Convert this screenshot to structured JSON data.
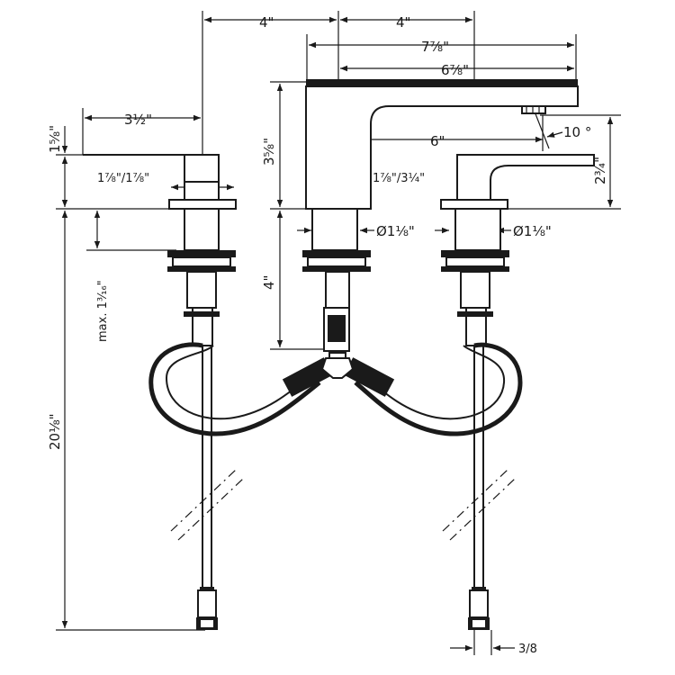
{
  "dimensions": {
    "spread_left": "4\"",
    "spread_right": "4\"",
    "spout_overall": "7⅞\"",
    "spout_reach_base": "6⅞\"",
    "handle_length": "3½\"",
    "handle_height": "1⅝\"",
    "spout_height": "3⅝\"",
    "spout_reach": "6\"",
    "spout_angle": "10 °",
    "handle_right_height": "2¾\"",
    "handle_base": "1⅞\"/1⅞\"",
    "spout_base": "1⅞\"/3¼\"",
    "bore_center": "Ø1⅛\"",
    "bore_right": "Ø1⅛\"",
    "shank_length": "4\"",
    "deck_max": "max. 1³⁄₁₆\"",
    "overall_height": "20⅛\"",
    "connection": "3/8"
  },
  "icons": {
    "arrow": "arrow-head-icon",
    "break": "break-line-icon"
  }
}
